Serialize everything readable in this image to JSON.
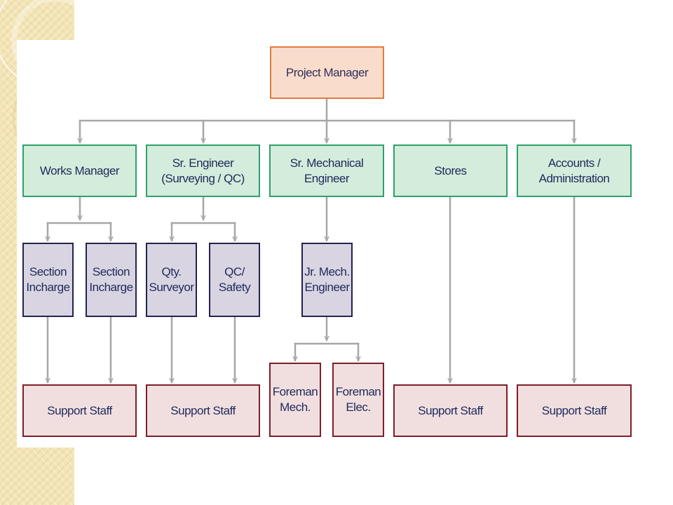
{
  "colors": {
    "top_fill": "#f9dccb",
    "top_border": "#e27b3c",
    "dept_fill": "#d3ecdc",
    "dept_border": "#2fa06a",
    "mid_fill": "#d9d4e2",
    "mid_border": "#23234f",
    "staff_fill": "#f1dfe0",
    "staff_border": "#7e1e28",
    "connector": "#a7a7a7",
    "background_strip": "#f3e5b6"
  },
  "org": {
    "top": "Project Manager",
    "departments": [
      {
        "label": "Works Manager",
        "children": [
          {
            "label": "Section\nIncharge",
            "children": [
              {
                "label": "Support Staff"
              }
            ]
          },
          {
            "label": "Section\nIncharge"
          }
        ]
      },
      {
        "label": "Sr. Engineer\n(Surveying / QC)",
        "children": [
          {
            "label": "Qty.\nSurveyor",
            "children": [
              {
                "label": "Support Staff"
              }
            ]
          },
          {
            "label": "QC/\nSafety"
          }
        ]
      },
      {
        "label": "Sr. Mechanical\nEngineer",
        "children": [
          {
            "label": "Jr. Mech.\nEngineer",
            "children": [
              {
                "label": "Foreman\nMech."
              },
              {
                "label": "Foreman\nElec."
              }
            ]
          }
        ]
      },
      {
        "label": "Stores",
        "children": [
          {
            "label": "Support Staff"
          }
        ]
      },
      {
        "label": "Accounts /\nAdministration",
        "children": [
          {
            "label": "Support Staff"
          }
        ]
      }
    ]
  }
}
